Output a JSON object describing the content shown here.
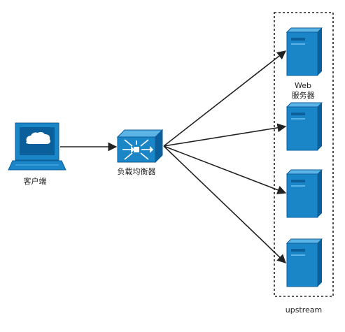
{
  "diagram": {
    "client_label": "客户端",
    "load_balancer_label": "负载均衡器",
    "server_label_line1": "Web",
    "server_label_line2": "服务器",
    "group_label": "upstream",
    "servers": [
      {
        "icon": "server-icon"
      },
      {
        "icon": "server-icon"
      },
      {
        "icon": "server-icon"
      },
      {
        "icon": "server-icon"
      }
    ]
  },
  "colors": {
    "device_blue": "#1a86c8",
    "device_dark": "#0b5f9a",
    "device_light": "#5cb3e6",
    "line": "#222222"
  }
}
